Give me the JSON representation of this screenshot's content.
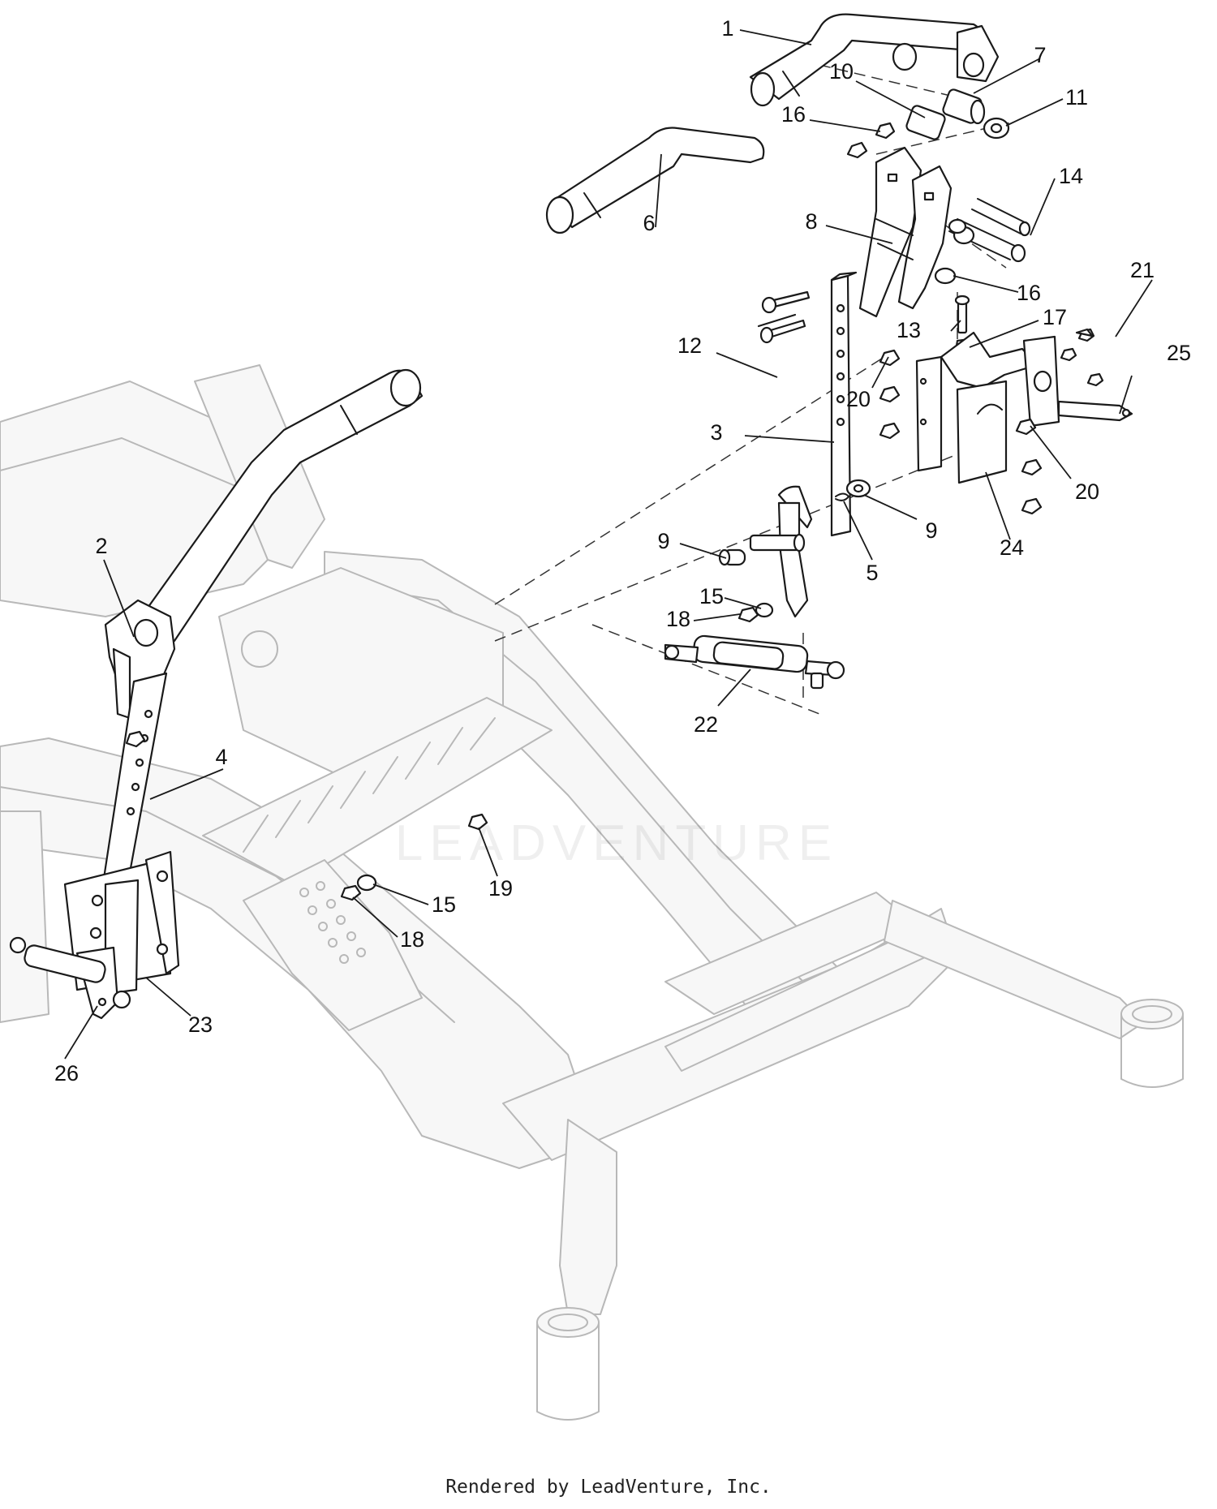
{
  "footer": {
    "text": "Rendered by LeadVenture, Inc."
  },
  "watermark": {
    "text": "LEADVENTURE"
  },
  "colors": {
    "part_stroke": "#1a1a1a",
    "frame_stroke": "#b8b8b8",
    "background": "#ffffff"
  },
  "callouts": [
    "1",
    "2",
    "3",
    "4",
    "5",
    "6",
    "7",
    "8",
    "9",
    "9",
    "10",
    "11",
    "12",
    "13",
    "14",
    "15",
    "15",
    "16",
    "16",
    "17",
    "18",
    "18",
    "19",
    "20",
    "20",
    "21",
    "22",
    "23",
    "24",
    "25",
    "26"
  ]
}
